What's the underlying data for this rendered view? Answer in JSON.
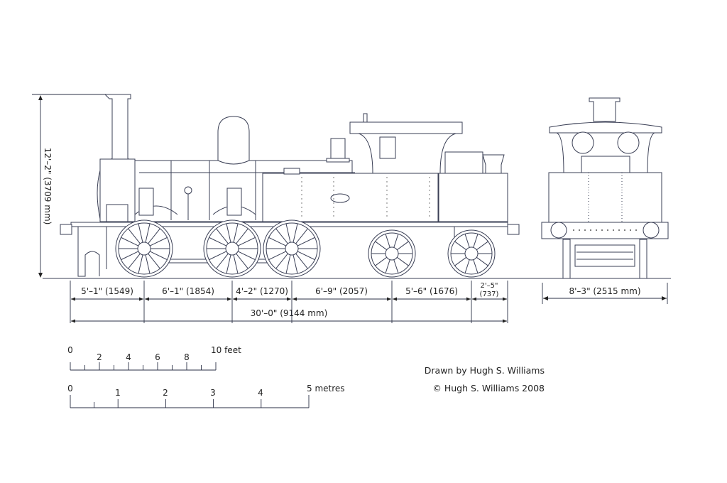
{
  "dimensions": {
    "height": "12'–2\" (3709 mm)",
    "segments": [
      "5'–1\" (1549)",
      "6'–1\" (1854)",
      "4'–2\" (1270)",
      "6'–9\" (2057)",
      "5'–6\" (1676)"
    ],
    "last_segment_top": "2'–5\"",
    "last_segment_bottom": "(737)",
    "overall_length": "30'–0\" (9144 mm)",
    "width": "8'–3\" (2515 mm)"
  },
  "scale_feet": {
    "labels": [
      "0",
      "2",
      "4",
      "6",
      "8"
    ],
    "end_label": "10 feet"
  },
  "scale_metres": {
    "labels": [
      "0",
      "1",
      "2",
      "3",
      "4"
    ],
    "end_label": "5 metres"
  },
  "credits": {
    "line1": "Drawn by Hugh S. Williams",
    "line2": "© Hugh S. Williams 2008"
  },
  "colors": {
    "line": "#3a3f55",
    "text": "#222222",
    "background": "#ffffff"
  }
}
